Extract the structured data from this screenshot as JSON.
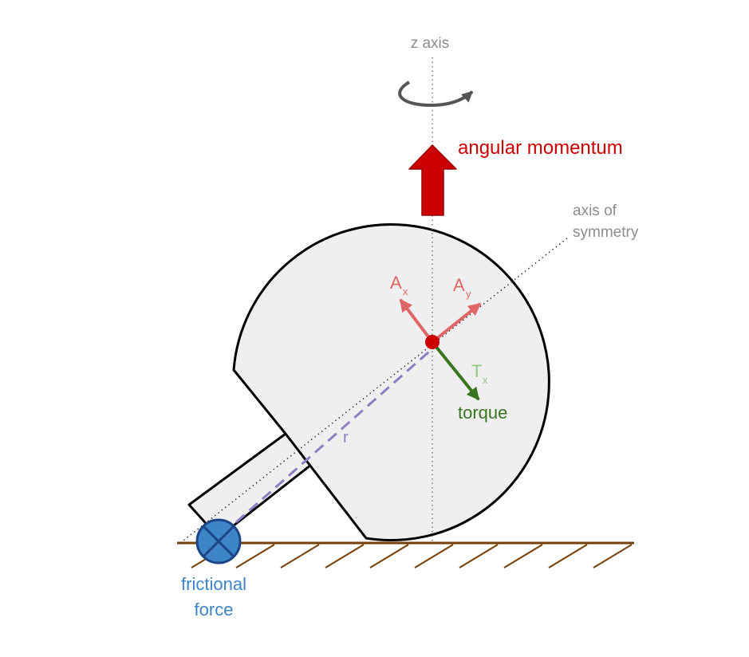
{
  "labels": {
    "z_axis": "z axis",
    "angular_momentum": "angular momentum",
    "axis_of_symmetry_line1": "axis of",
    "axis_of_symmetry_line2": "symmetry",
    "ax_letter": "A",
    "ax_sub": "x",
    "ay_letter": "A",
    "ay_sub": "y",
    "tx_letter": "T",
    "tx_sub": "x",
    "torque": "torque",
    "r": "r",
    "frictional_line1": "frictional",
    "frictional_line2": "force"
  },
  "colors": {
    "axis_gray": "#8c8c8c",
    "rotation_arrow": "#555555",
    "momentum_red": "#cc0000",
    "momentum_dark": "#990000",
    "ax_ay_salmon": "#e06666",
    "center_dot": "#cc0000",
    "torque_dark_green": "#38761d",
    "tx_light_green": "#93c47d",
    "r_purple": "#8e7cc3",
    "friction_blue": "#3d85c6",
    "friction_dark": "#1c4587",
    "ground_brown": "#783f04",
    "body_fill": "#efefef",
    "outline": "#000000"
  }
}
